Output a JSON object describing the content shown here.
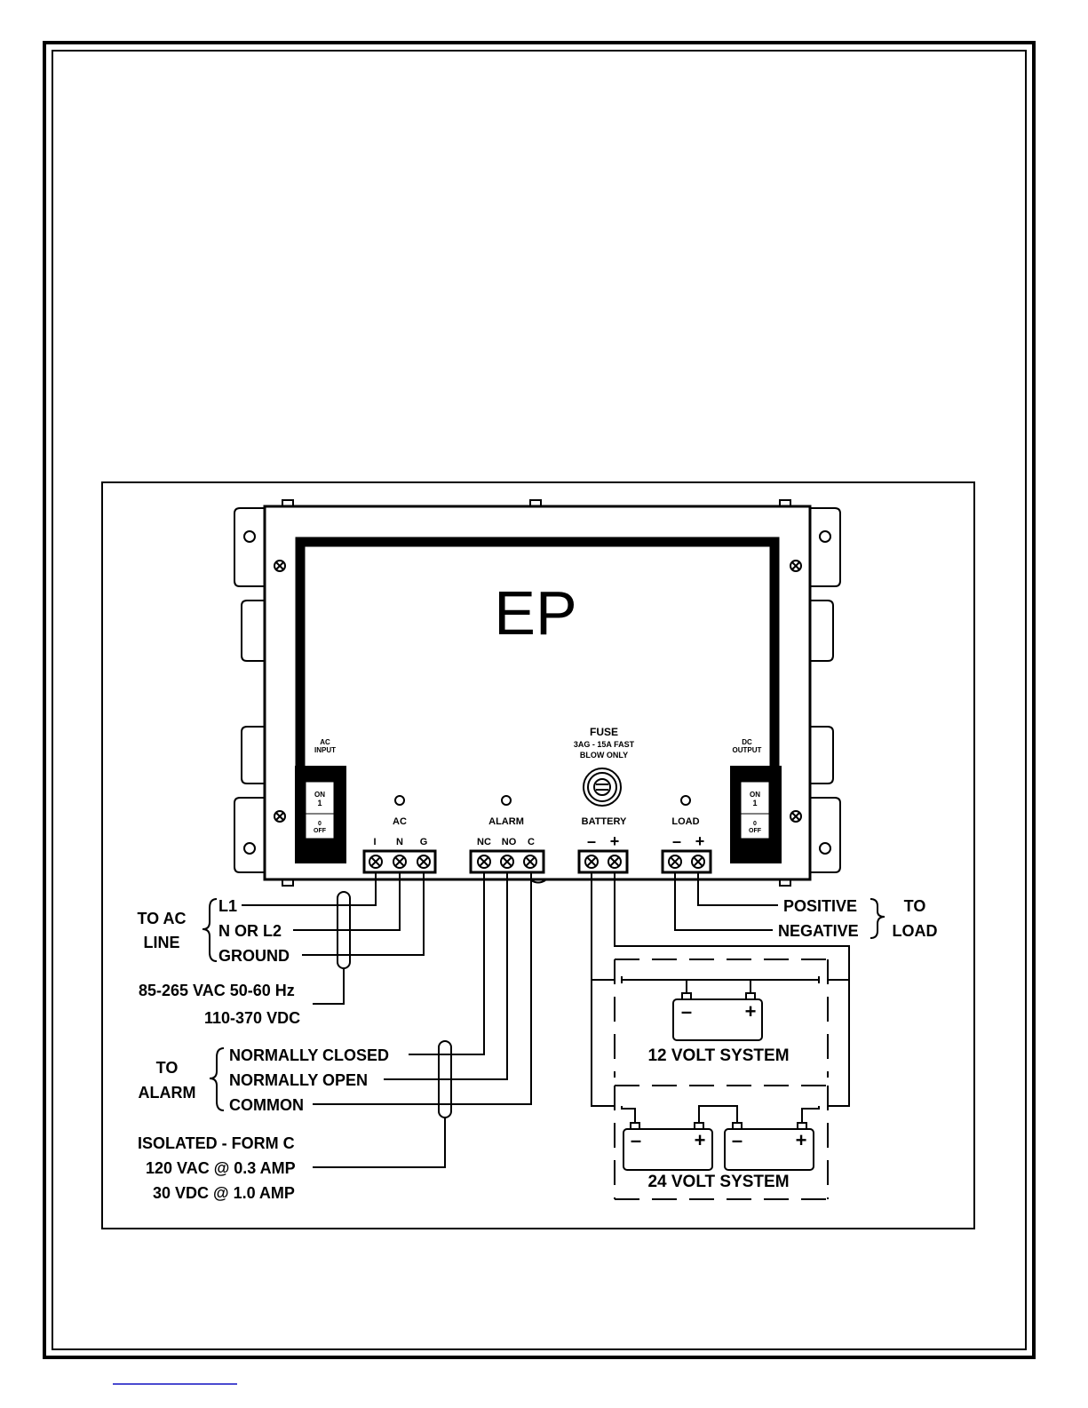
{
  "unit": {
    "brand_text": "EP"
  },
  "switches": {
    "ac_input": {
      "title_line1": "AC",
      "title_line2": "INPUT",
      "on_line1": "ON",
      "on_line2": "1",
      "off_line1": "0",
      "off_line2": "OFF"
    },
    "dc_output": {
      "title_line1": "DC",
      "title_line2": "OUTPUT",
      "on_line1": "ON",
      "on_line2": "1",
      "off_line1": "0",
      "off_line2": "OFF"
    }
  },
  "fuse": {
    "title": "FUSE",
    "spec_line1": "3AG - 15A FAST",
    "spec_line2": "BLOW ONLY"
  },
  "terminals": {
    "ac": {
      "label": "AC",
      "pins": [
        "I",
        "N",
        "G"
      ]
    },
    "alarm": {
      "label": "ALARM",
      "pins": [
        "NC",
        "NO",
        "C"
      ]
    },
    "battery": {
      "label": "BATTERY",
      "pins": [
        "–",
        "+"
      ]
    },
    "load": {
      "label": "LOAD",
      "pins": [
        "–",
        "+"
      ]
    }
  },
  "ac_line": {
    "group_line1": "TO AC",
    "group_line2": "LINE",
    "wires": [
      "L1",
      "N OR L2",
      "GROUND"
    ],
    "spec_line1": "85-265 VAC 50-60 Hz",
    "spec_line2": "110-370 VDC"
  },
  "alarm": {
    "group_line1": "TO",
    "group_line2": "ALARM",
    "wires": [
      "NORMALLY CLOSED",
      "NORMALLY OPEN",
      "COMMON"
    ],
    "spec_line1": "ISOLATED - FORM C",
    "spec_line2": "120 VAC @ 0.3 AMP",
    "spec_line3": "30 VDC @ 1.0 AMP"
  },
  "load": {
    "wires": [
      "POSITIVE",
      "NEGATIVE"
    ],
    "group_line1": "TO",
    "group_line2": "LOAD"
  },
  "battery_systems": {
    "system_12v": "12 VOLT SYSTEM",
    "system_24v": "24 VOLT SYSTEM",
    "minus": "–",
    "plus": "+"
  }
}
